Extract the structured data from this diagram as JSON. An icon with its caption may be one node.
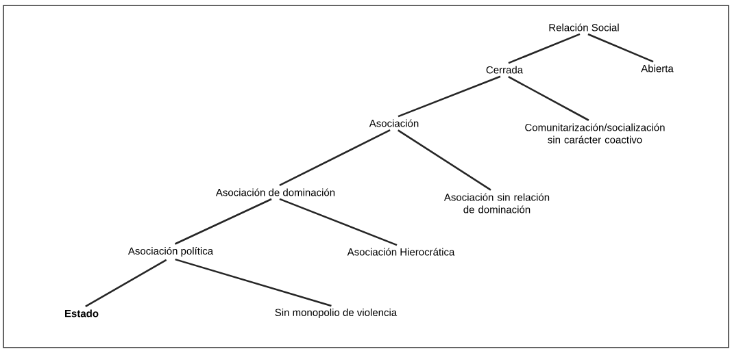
{
  "diagram": {
    "nodes": [
      {
        "text": [
          "Relación Social"
        ]
      },
      {
        "text": [
          "Cerrada"
        ]
      },
      {
        "text": [
          "Abierta"
        ]
      },
      {
        "text": [
          "Asociación"
        ]
      },
      {
        "text": [
          "Comunitarización/socialización sin carácter coactivo"
        ]
      },
      {
        "text": [
          "Asociación de dominación"
        ]
      },
      {
        "text": [
          "Asociación sin relación de dominación"
        ]
      },
      {
        "text": [
          "Asociación política"
        ]
      },
      {
        "text": [
          "Asociación Hierocrática"
        ]
      },
      {
        "text": [
          "Estado"
        ]
      },
      {
        "text": [
          "Sin monopolio de violencia"
        ]
      }
    ],
    "edges": [
      {
        "from": 0,
        "to": 1,
        "arrow": "none"
      },
      {
        "from": 0,
        "to": 2,
        "arrow": "none"
      },
      {
        "from": 1,
        "to": 3,
        "arrow": "none"
      },
      {
        "from": 1,
        "to": 4,
        "arrow": "none"
      },
      {
        "from": 3,
        "to": 5,
        "arrow": "none"
      },
      {
        "from": 3,
        "to": 6,
        "arrow": "none"
      },
      {
        "from": 5,
        "to": 7,
        "arrow": "none"
      },
      {
        "from": 5,
        "to": 8,
        "arrow": "none"
      },
      {
        "from": 7,
        "to": 9,
        "arrow": "none"
      },
      {
        "from": 7,
        "to": 10,
        "arrow": "none"
      }
    ]
  }
}
